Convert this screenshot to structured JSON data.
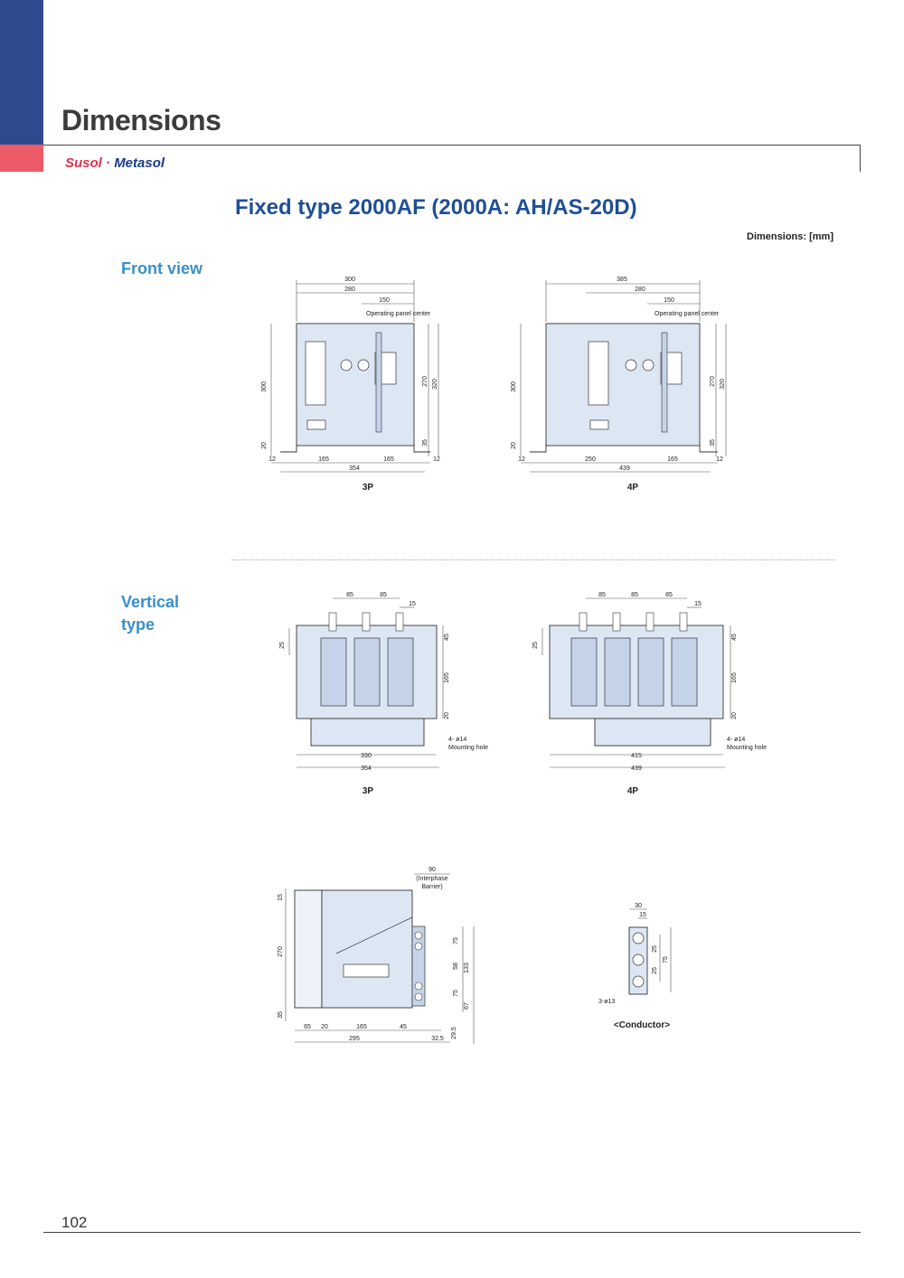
{
  "header": {
    "title": "Dimensions",
    "brand_a": "Susol",
    "brand_sep": "·",
    "brand_b": "Metasol"
  },
  "heading": "Fixed type 2000AF (2000A: AH/AS-20D)",
  "units_note": "Dimensions: [mm]",
  "sections": {
    "front_view": "Front view",
    "vertical_line1": "Vertical",
    "vertical_line2": "type"
  },
  "front": {
    "p3": {
      "label": "3P",
      "dims": [
        "300",
        "280",
        "150",
        "Operating panel center",
        "300",
        "20",
        "270",
        "320",
        "35",
        "12",
        "165",
        "165",
        "12",
        "354"
      ]
    },
    "p4": {
      "label": "4P",
      "dims": [
        "385",
        "280",
        "150",
        "Operating panel center",
        "300",
        "20",
        "270",
        "320",
        "35",
        "12",
        "250",
        "165",
        "12",
        "439"
      ]
    }
  },
  "vertical": {
    "p3": {
      "label": "3P",
      "dims": [
        "85",
        "85",
        "15",
        "25",
        "45",
        "165",
        "20",
        "4- ø14",
        "Mounting hole",
        "330",
        "354"
      ]
    },
    "p4": {
      "label": "4P",
      "dims": [
        "85",
        "85",
        "85",
        "15",
        "25",
        "45",
        "165",
        "20",
        "4- ø14",
        "Mounting hole",
        "415",
        "439"
      ]
    }
  },
  "side": {
    "dims": [
      "90",
      "(Interphase",
      "Barrier)",
      "15",
      "270",
      "35",
      "75",
      "58",
      "133",
      "75",
      "67",
      "65",
      "20",
      "165",
      "45",
      "295",
      "32.5",
      "29.5"
    ]
  },
  "conductor": {
    "label": "<Conductor>",
    "dims": [
      "30",
      "15",
      "25",
      "25",
      "75",
      "3-ø13"
    ]
  },
  "page_number": "102",
  "colors": {
    "brand_blue": "#2f4a8e",
    "brand_red": "#ec5a67",
    "heading_blue": "#1f4f96",
    "section_blue": "#3a8fc9",
    "body_fill": "#dde7f4"
  }
}
